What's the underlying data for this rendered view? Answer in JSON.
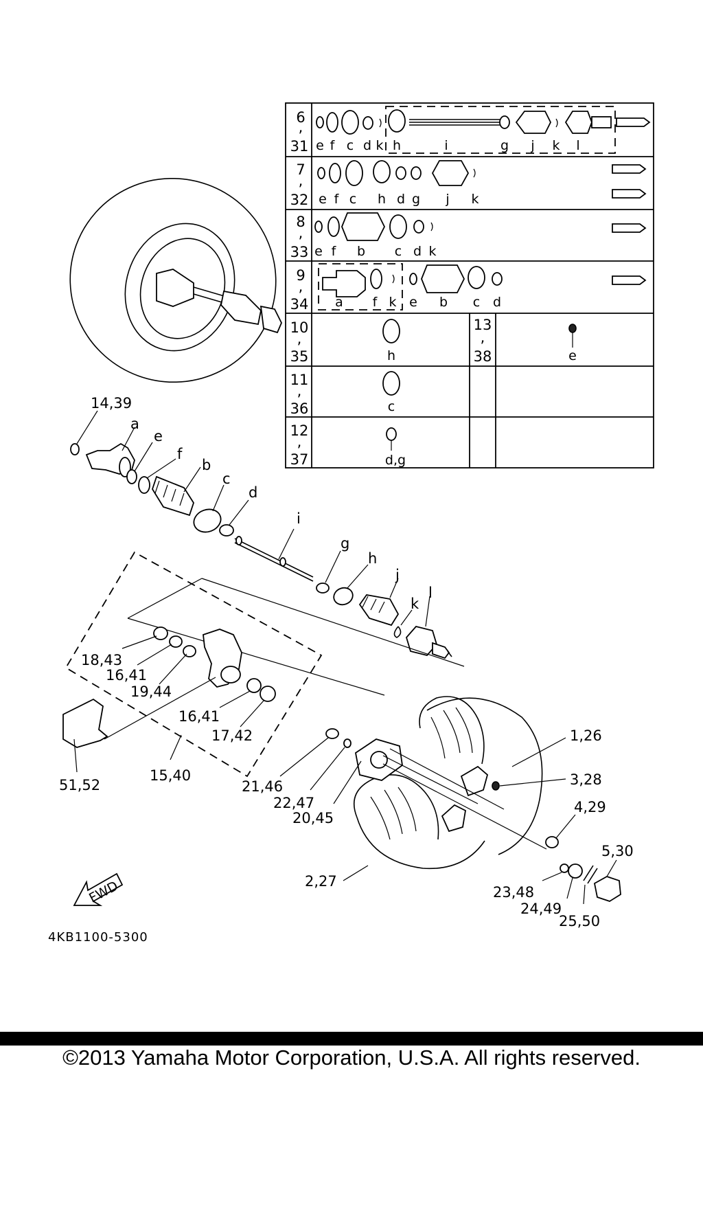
{
  "diagram": {
    "drawing_code": "4KB1100-5300",
    "fwd_label": "FWD",
    "table_rows": [
      {
        "num_top": "6",
        "sep": ",",
        "num_bottom": "31",
        "parts": [
          "e",
          "f",
          "c",
          "d",
          "k",
          "h",
          "i",
          "g",
          "j",
          "k",
          "l"
        ]
      },
      {
        "num_top": "7",
        "sep": ",",
        "num_bottom": "32",
        "parts": [
          "e",
          "f",
          "c",
          "h",
          "d",
          "g",
          "j",
          "k"
        ]
      },
      {
        "num_top": "8",
        "sep": ",",
        "num_bottom": "33",
        "parts": [
          "e",
          "f",
          "b",
          "c",
          "d",
          "k"
        ]
      },
      {
        "num_top": "9",
        "sep": ",",
        "num_bottom": "34",
        "parts": [
          "a",
          "f",
          "k",
          "e",
          "b",
          "c",
          "d"
        ]
      },
      {
        "num_top": "10",
        "sep": ",",
        "num_bottom": "35",
        "parts": [
          "h"
        ],
        "right_num_top": "13",
        "right_sep": ",",
        "right_num_bottom": "38",
        "right_parts": [
          "e"
        ]
      },
      {
        "num_top": "11",
        "sep": ",",
        "num_bottom": "36",
        "parts": [
          "c"
        ]
      },
      {
        "num_top": "12",
        "sep": ",",
        "num_bottom": "37",
        "parts": [
          "d,g"
        ]
      }
    ],
    "exploded_letters": [
      "a",
      "e",
      "f",
      "b",
      "c",
      "d",
      "i",
      "g",
      "h",
      "j",
      "k",
      "l"
    ],
    "callouts": [
      "14,39",
      "18,43",
      "16,41",
      "19,44",
      "16,41",
      "17,42",
      "51,52",
      "15,40",
      "21,46",
      "22,47",
      "20,45",
      "1,26",
      "3,28",
      "4,29",
      "5,30",
      "2,27",
      "23,48",
      "24,49",
      "25,50"
    ]
  },
  "footer": {
    "copyright": "©2013 Yamaha Motor Corporation, U.S.A. All rights reserved."
  }
}
